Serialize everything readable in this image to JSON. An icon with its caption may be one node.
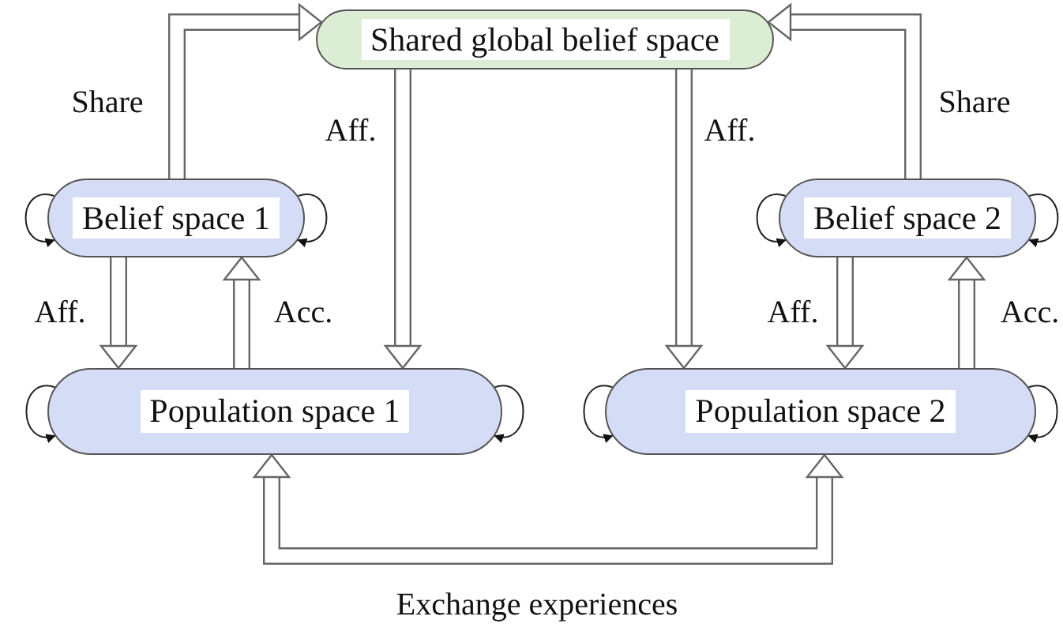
{
  "diagram": {
    "nodes": [
      {
        "text": [
          "Shared global belief space"
        ]
      },
      {
        "text": [
          "Belief space 1"
        ]
      },
      {
        "text": [
          "Belief space 2"
        ]
      },
      {
        "text": [
          "Population space 1"
        ]
      },
      {
        "text": [
          "Population space 2"
        ]
      }
    ],
    "edges": [
      {
        "from": 1,
        "to": 0,
        "arrow": "to",
        "label": "Share"
      },
      {
        "from": 2,
        "to": 0,
        "arrow": "to",
        "label": "Share"
      },
      {
        "from": 0,
        "to": 3,
        "arrow": "to",
        "label": "Aff."
      },
      {
        "from": 0,
        "to": 4,
        "arrow": "to",
        "label": "Aff."
      },
      {
        "from": 1,
        "to": 1,
        "arrow": "to"
      },
      {
        "from": 1,
        "to": 1,
        "arrow": "to"
      },
      {
        "from": 2,
        "to": 2,
        "arrow": "to"
      },
      {
        "from": 2,
        "to": 2,
        "arrow": "to"
      },
      {
        "from": 1,
        "to": 3,
        "arrow": "to",
        "label": "Aff."
      },
      {
        "from": 3,
        "to": 1,
        "arrow": "to",
        "label": "Acc."
      },
      {
        "from": 2,
        "to": 4,
        "arrow": "to",
        "label": "Aff."
      },
      {
        "from": 4,
        "to": 2,
        "arrow": "to",
        "label": "Acc."
      },
      {
        "from": 3,
        "to": 3,
        "arrow": "to"
      },
      {
        "from": 3,
        "to": 3,
        "arrow": "to"
      },
      {
        "from": 4,
        "to": 4,
        "arrow": "to"
      },
      {
        "from": 4,
        "to": 4,
        "arrow": "to"
      },
      {
        "from": 3,
        "to": 4,
        "arrow": "both",
        "label": "Exchange experiences"
      }
    ]
  }
}
